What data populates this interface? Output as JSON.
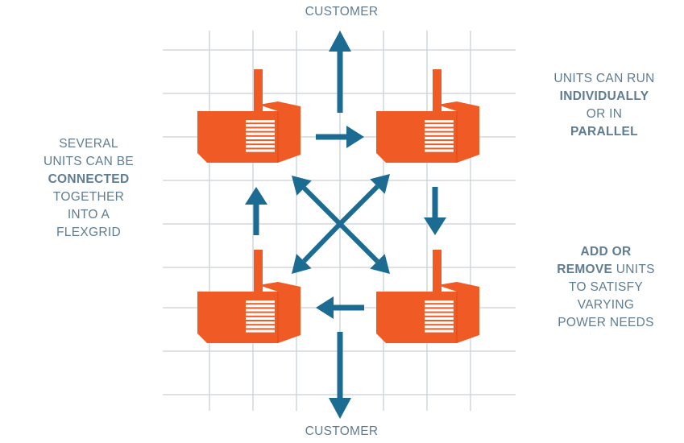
{
  "colors": {
    "grid": "#c9d1d8",
    "arrow": "#1b6b93",
    "unit": "#f05a24",
    "unit_vent": "#ffffff",
    "label": "#5f7d92",
    "background": "#ffffff"
  },
  "labels": {
    "top": "CUSTOMER",
    "bottom": "CUSTOMER",
    "left": [
      "SEVERAL",
      "UNITS CAN BE",
      "CONNECTED",
      "TOGETHER",
      "INTO A",
      "FLEXGRID"
    ],
    "right_top": {
      "line1": "UNITS CAN RUN",
      "line2": "INDIVIDUALLY",
      "line3": "OR IN",
      "line4": "PARALLEL"
    },
    "right_bottom": {
      "line1_bold": "ADD OR",
      "line2_bold": "REMOVE",
      "line2_rest": " UNITS",
      "line3": "TO SATISFY",
      "line4": "VARYING",
      "line5": "POWER NEEDS"
    }
  },
  "icons": {
    "unit": "generator-unit-icon",
    "arrow": "arrow-icon"
  }
}
